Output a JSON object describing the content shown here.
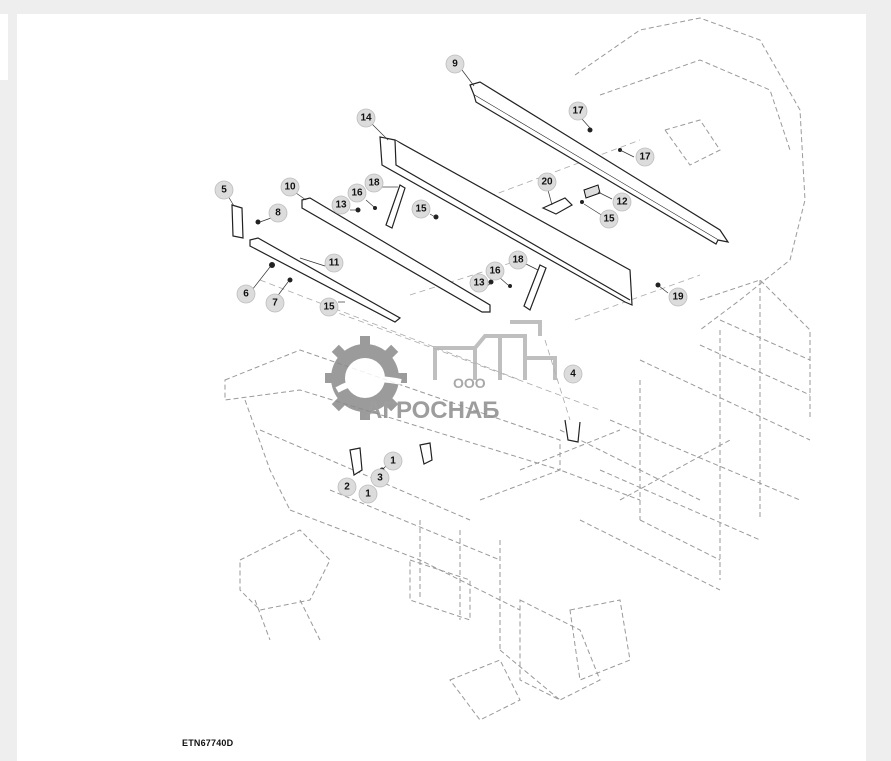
{
  "figure_id": "ETN67740D",
  "watermark": {
    "small_text": "ООО",
    "big_text": "АГРОСНАБ"
  },
  "callouts": [
    {
      "label": "9"
    },
    {
      "label": "17"
    },
    {
      "label": "17"
    },
    {
      "label": "14"
    },
    {
      "label": "20"
    },
    {
      "label": "12"
    },
    {
      "label": "15"
    },
    {
      "label": "18"
    },
    {
      "label": "16"
    },
    {
      "label": "13"
    },
    {
      "label": "15"
    },
    {
      "label": "10"
    },
    {
      "label": "5"
    },
    {
      "label": "8"
    },
    {
      "label": "11"
    },
    {
      "label": "16"
    },
    {
      "label": "13"
    },
    {
      "label": "18"
    },
    {
      "label": "19"
    },
    {
      "label": "6"
    },
    {
      "label": "7"
    },
    {
      "label": "15"
    },
    {
      "label": "4"
    },
    {
      "label": "1"
    },
    {
      "label": "3"
    },
    {
      "label": "2"
    },
    {
      "label": "1"
    }
  ]
}
